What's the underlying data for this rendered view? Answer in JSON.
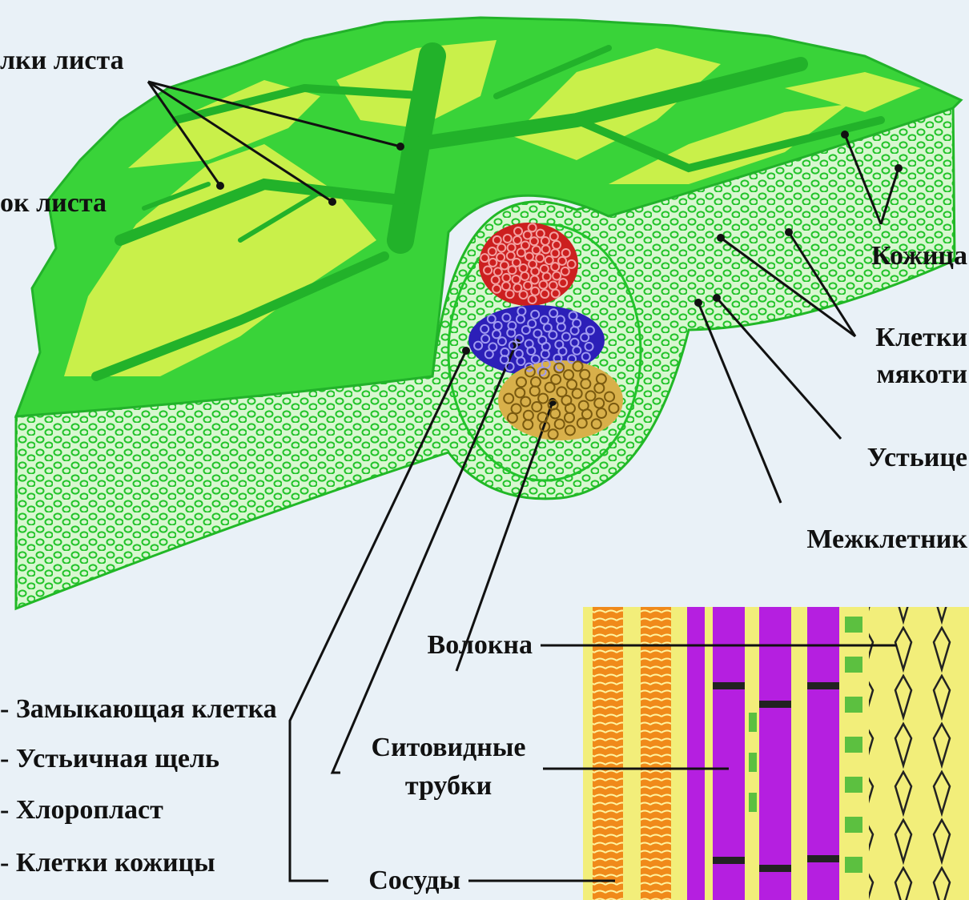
{
  "labels": {
    "veins": "лки листа",
    "blade": "ок листа",
    "epidermis": "Кожица",
    "mesophyll_l1": "Клетки",
    "mesophyll_l2": "мякоти",
    "stoma": "Устьице",
    "intercellular": "Межклетник",
    "fibers": "Волокна",
    "sieve_l1": "Ситовидные",
    "sieve_l2": "трубки",
    "vessels": "Сосуды"
  },
  "legend": [
    "- Замыкающая клетка",
    "- Устьичная щель",
    "- Хлоропласт",
    "- Клетки кожицы"
  ],
  "colors": {
    "background": "#e9f1f7",
    "leaf_dark": "#39d339",
    "leaf_light": "#c9f04a",
    "cell_outline": "#22c32a",
    "xylem": "#cc1f1f",
    "phloem": "#2c1fb8",
    "fiber": "#d8b04a",
    "tissue_purple": "#b51fe0",
    "tissue_orange": "#f08a1a",
    "tissue_yellow": "#f2ee7a"
  }
}
